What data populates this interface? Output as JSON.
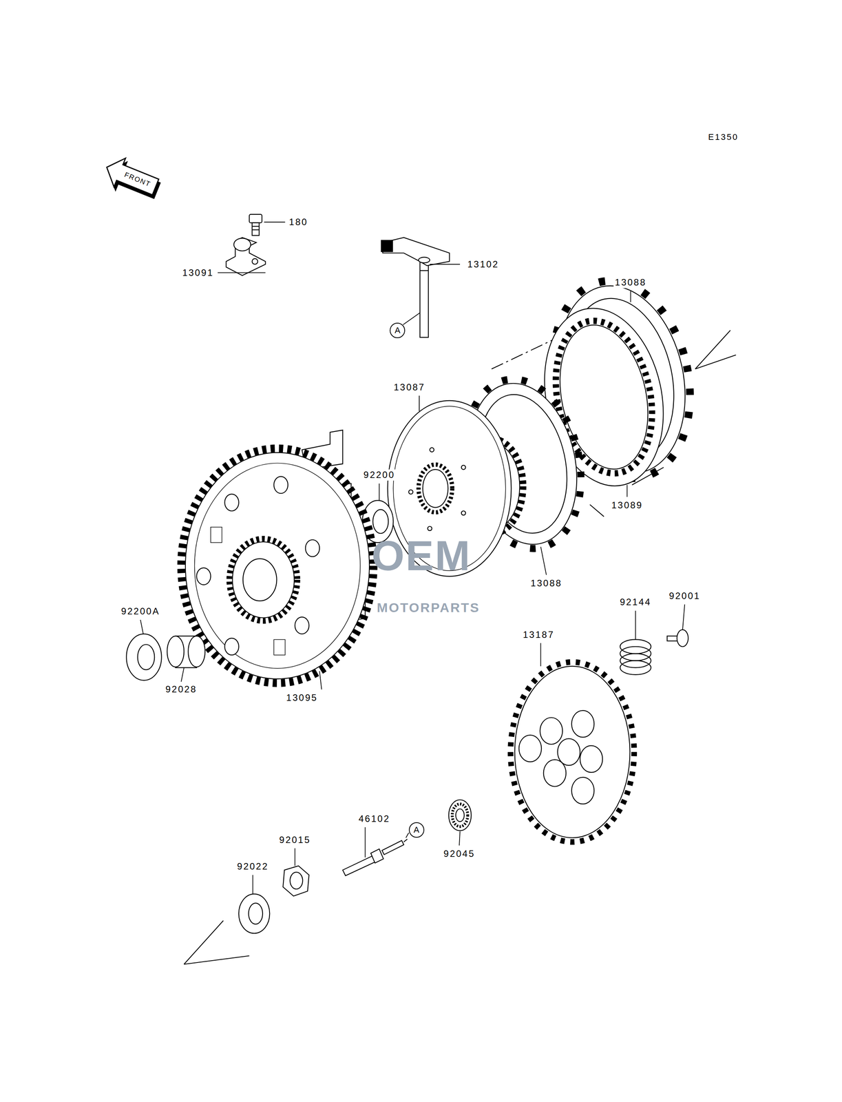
{
  "diagram": {
    "nodes": [
      {
        "text": [
          "A"
        ]
      },
      {
        "text": [
          "A"
        ]
      }
    ],
    "labels": [
      "E1350",
      "FRONT",
      "180",
      "13091",
      "13102",
      "13088",
      "13087",
      "92200",
      "13089",
      "OEM",
      "13088",
      "MOTORPARTS",
      "92001",
      "92144",
      "92200A",
      "13187",
      "92028",
      "13095",
      "46102",
      "92015",
      "92045",
      "92022"
    ]
  }
}
